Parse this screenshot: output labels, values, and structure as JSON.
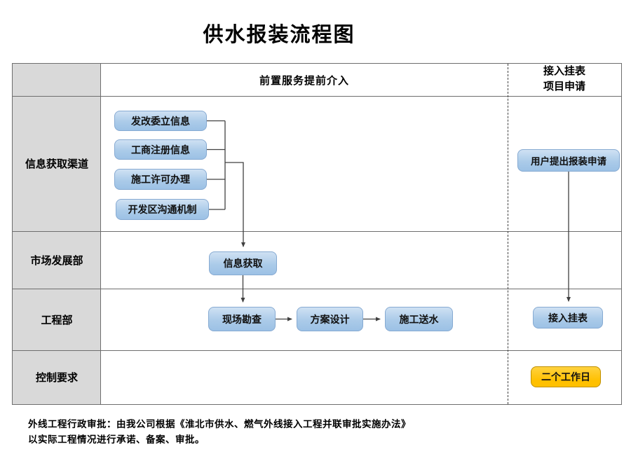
{
  "title": "供水报装流程图",
  "header": {
    "pre_service": "前置服务提前介入",
    "right_line1": "接入挂表",
    "right_line2": "项目申请"
  },
  "rows": [
    {
      "label": "信息获取渠道"
    },
    {
      "label": "市场发展部"
    },
    {
      "label": "工程部"
    },
    {
      "label": "控制要求"
    }
  ],
  "nodes": {
    "ndrc": "发改委立信息",
    "business_reg": "工商注册信息",
    "construction_permit": "施工许可办理",
    "dev_zone": "开发区沟通机制",
    "info_acquire": "信息获取",
    "site_survey": "现场勘查",
    "plan_design": "方案设计",
    "construct_supply": "施工送水",
    "user_apply": "用户提出报装申请",
    "meter_install": "接入挂表",
    "two_workdays": "二个工作日"
  },
  "footer": {
    "line1": "外线工程行政审批：由我公司根据《淮北市供水、燃气外线接入工程并联审批实施办法》",
    "line2": "以实际工程情况进行承诺、备案、审批。"
  },
  "colors": {
    "node_fill_top": "#cfe1f3",
    "node_fill_bottom": "#9cc1e5",
    "node_border": "#86aad2",
    "highlight_fill": "#ffc000",
    "highlight_border": "#bf8f00",
    "left_column_bg": "#d9d9d9",
    "grid_line": "#6e6e6e",
    "connector": "#404040"
  }
}
